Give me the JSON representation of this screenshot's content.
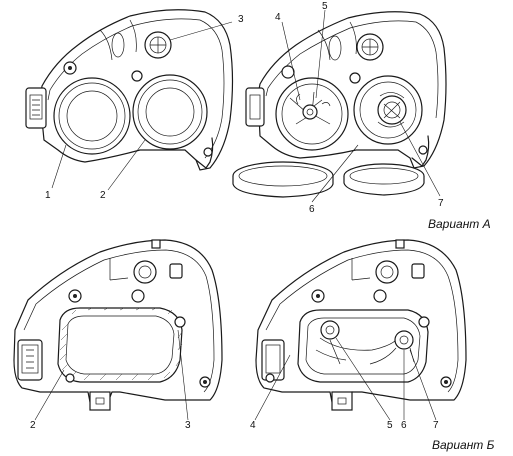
{
  "variant_a": {
    "title": "Вариант А",
    "callouts": [
      "1",
      "2",
      "3",
      "4",
      "5",
      "6",
      "7"
    ]
  },
  "variant_b": {
    "title": "Вариант Б",
    "callouts": [
      "2",
      "3",
      "4",
      "5",
      "6",
      "7"
    ]
  }
}
